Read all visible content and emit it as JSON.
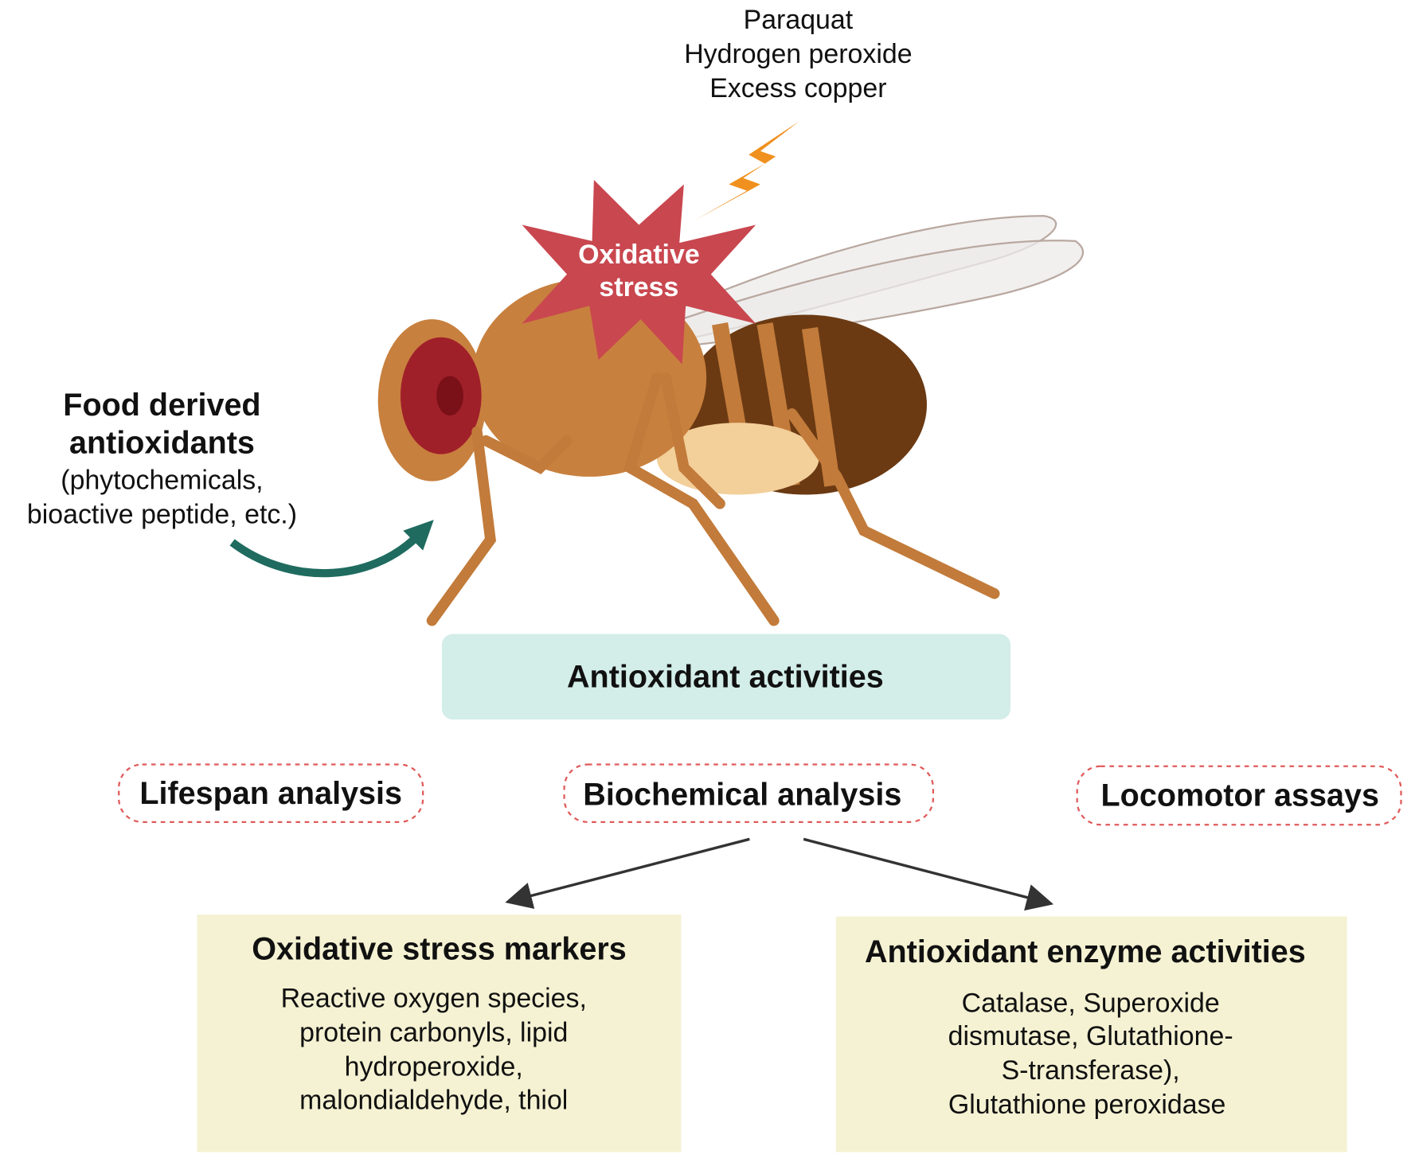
{
  "stressors": [
    "Paraquat",
    "Hydrogen peroxide",
    "Excess copper"
  ],
  "stress_label": [
    "Oxidative",
    "stress"
  ],
  "food": {
    "title": [
      "Food derived",
      "antioxidants"
    ],
    "examples": [
      "(phytochemicals,",
      "bioactive peptide, etc.)"
    ]
  },
  "central_box": "Antioxidant activities",
  "analyses": [
    "Lifespan analysis",
    "Biochemical analysis",
    "Locomotor assays"
  ],
  "markers": {
    "title": "Oxidative stress markers",
    "lines": [
      "Reactive oxygen species,",
      "protein carbonyls, lipid",
      "hydroperoxide,",
      "malondialdehyde, thiol"
    ]
  },
  "enzymes": {
    "title": "Antioxidant enzyme activities",
    "lines": [
      "Catalase, Superoxide",
      "dismutase, Glutathione-",
      "S-transferase),",
      "Glutathione peroxidase"
    ]
  },
  "colors": {
    "star": "#c9474f",
    "bolt": "#f0901e",
    "teal_arrow": "#1f6b5f",
    "central_fill": "#d3ede8",
    "dash": "#e05a5a",
    "result_fill": "#f5f2d3"
  }
}
